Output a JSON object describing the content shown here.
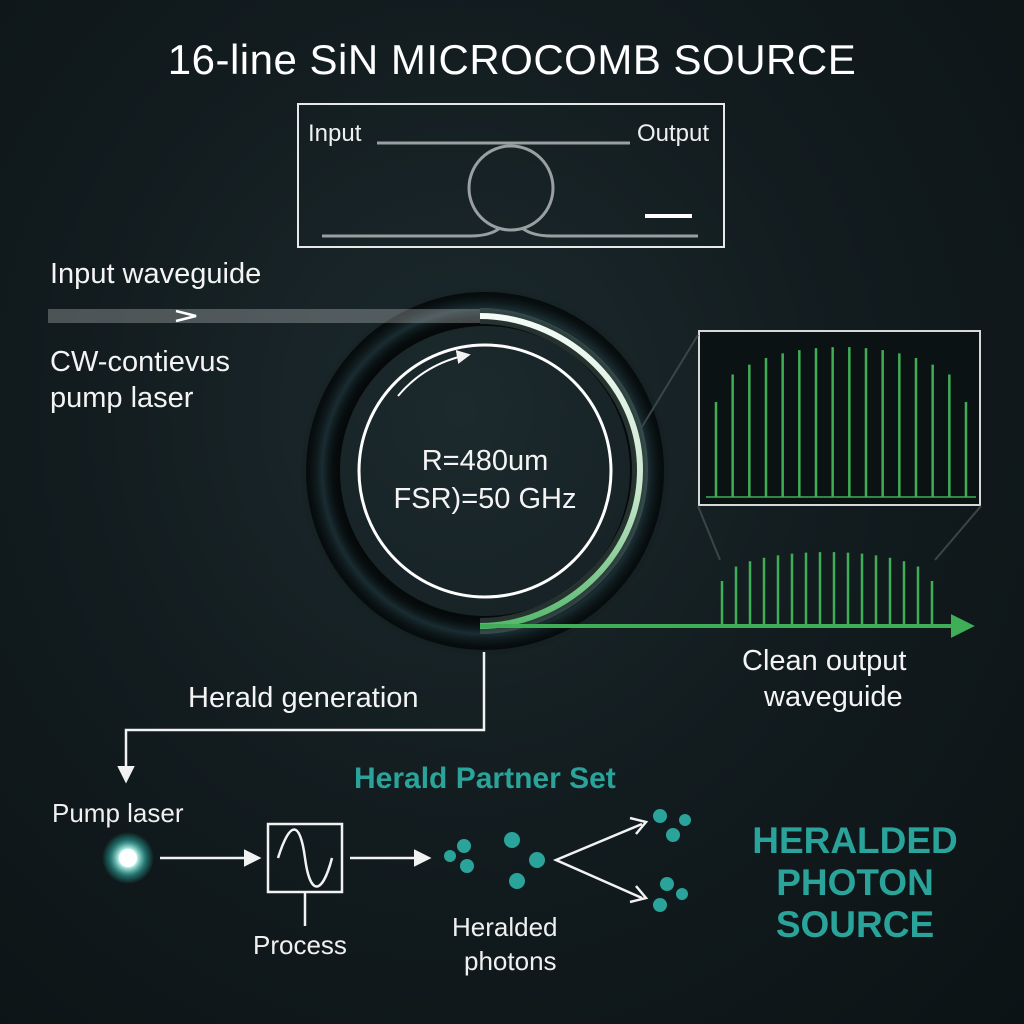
{
  "title": "16-line SiN MICROCOMB SOURCE",
  "inset": {
    "input_label": "Input",
    "output_label": "Output"
  },
  "pump_section": {
    "input_waveguide": "Input waveguide",
    "cw_line1": "CW-contievus",
    "cw_line2": "pump laser"
  },
  "ring": {
    "radius": "R=480um",
    "fsr": "FSR)=50 GHz"
  },
  "output": {
    "line1": "Clean output",
    "line2": "waveguide"
  },
  "herald": {
    "generation": "Herald  generation",
    "pump_laser": "Pump laser",
    "process": "Process",
    "photons_line1": "Heralded",
    "photons_line2": "photons",
    "partner_set": "Herald Partner Set",
    "source_line1": "HERALDED",
    "source_line2": "PHOTON",
    "source_line3": "SOURCE"
  },
  "comb_lines": 16,
  "colors": {
    "accent_teal": "#2aa39a",
    "comb_green": "#3fae57",
    "background": "#111a1d"
  }
}
